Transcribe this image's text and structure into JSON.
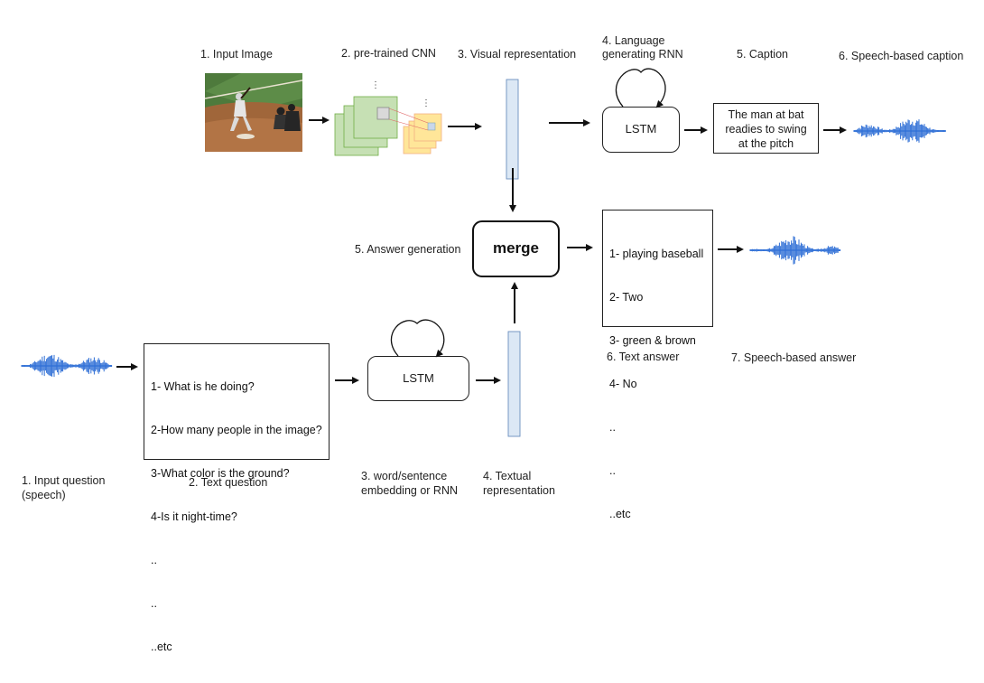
{
  "top": {
    "input_image_label": "1. Input Image",
    "cnn_label": "2. pre-trained CNN",
    "visual_rep_label": "3. Visual representation",
    "rnn_label_line1": "4. Language",
    "rnn_label_line2": "generating RNN",
    "caption_label": "5. Caption",
    "speech_caption_label": "6. Speech-based caption",
    "lstm_label": "LSTM",
    "caption_text": [
      "The man at bat",
      "readies to swing",
      "at the pitch"
    ]
  },
  "middle": {
    "answer_generation_label": "5. Answer generation",
    "merge_label": "merge",
    "answers": [
      "1- playing baseball",
      "2- Two",
      "3- green & brown",
      "4- No",
      "..",
      "..",
      "..etc"
    ],
    "text_answer_label": "6. Text answer",
    "speech_answer_label": "7. Speech-based answer"
  },
  "bottom": {
    "questions": [
      "1- What is he doing?",
      "2-How many people in the image?",
      "3-What color is the ground?",
      "4-Is it night-time?",
      "..",
      "..",
      "..etc"
    ],
    "lstm_label": "LSTM",
    "input_question_line1": "1. Input question",
    "input_question_line2": "(speech)",
    "text_question_label": "2. Text question",
    "embedding_line1": "3. word/sentence",
    "embedding_line2": "embedding or RNN",
    "textual_line1": "4. Textual",
    "textual_line2": "representation"
  },
  "colors": {
    "wave": "#2f6fd6",
    "cnn_green": "#c6e0b4",
    "cnn_yellow": "#ffe699",
    "vector_fill": "#dce8f5",
    "vector_stroke": "#6b8fbf"
  }
}
